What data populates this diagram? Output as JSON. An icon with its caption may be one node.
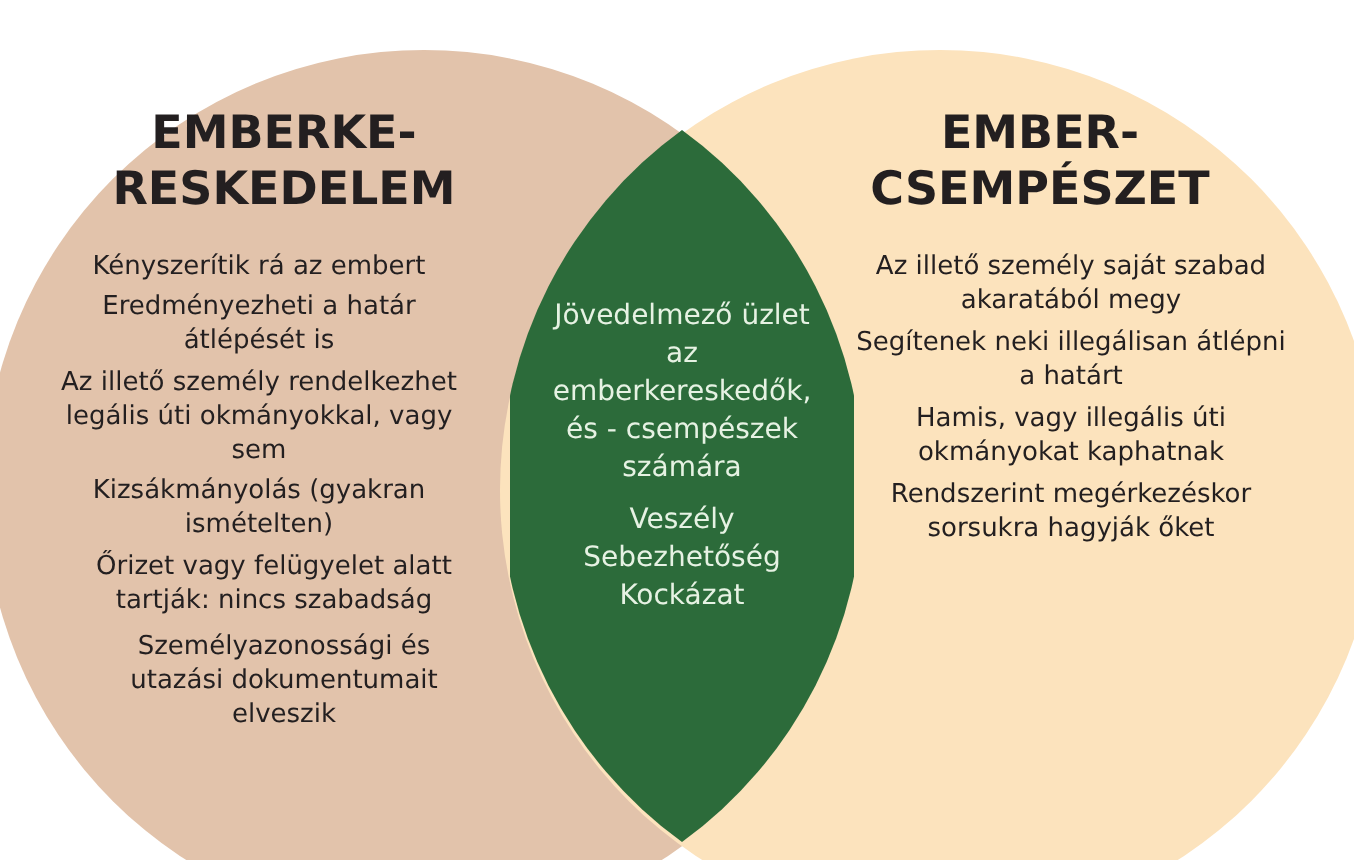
{
  "diagram": {
    "nodes": [
      {
        "text": [
          "EMBERKE- RESKEDELEM",
          "Kényszerítik rá az embert",
          "Eredményezheti a határ átlépését is",
          "Az illető személy rendelkezhet legális úti okmányokkal, vagy sem",
          "Kizsákmányolás (gyakran ismételten)",
          "Őrizet vagy felügyelet alatt tartják: nincs szabadság",
          "Személyazonossági és utazási dokumentumait elveszik"
        ]
      },
      {
        "text": [
          "EMBER- CSEMPÉSZET",
          "Az illető személy saját szabad akaratából megy",
          "Segítenek neki illegálisan átlépni a határt",
          "Hamis, vagy illegális úti okmányokat kaphatnak",
          "Rendszerint megérkezéskor sorsukra hagyják őket"
        ]
      },
      {
        "text": [
          "Jövedelmező üzlet az emberkereskedők, és - csempészek számára",
          "Veszély",
          "Sebezhetőség",
          "Kockázat"
        ]
      }
    ]
  }
}
